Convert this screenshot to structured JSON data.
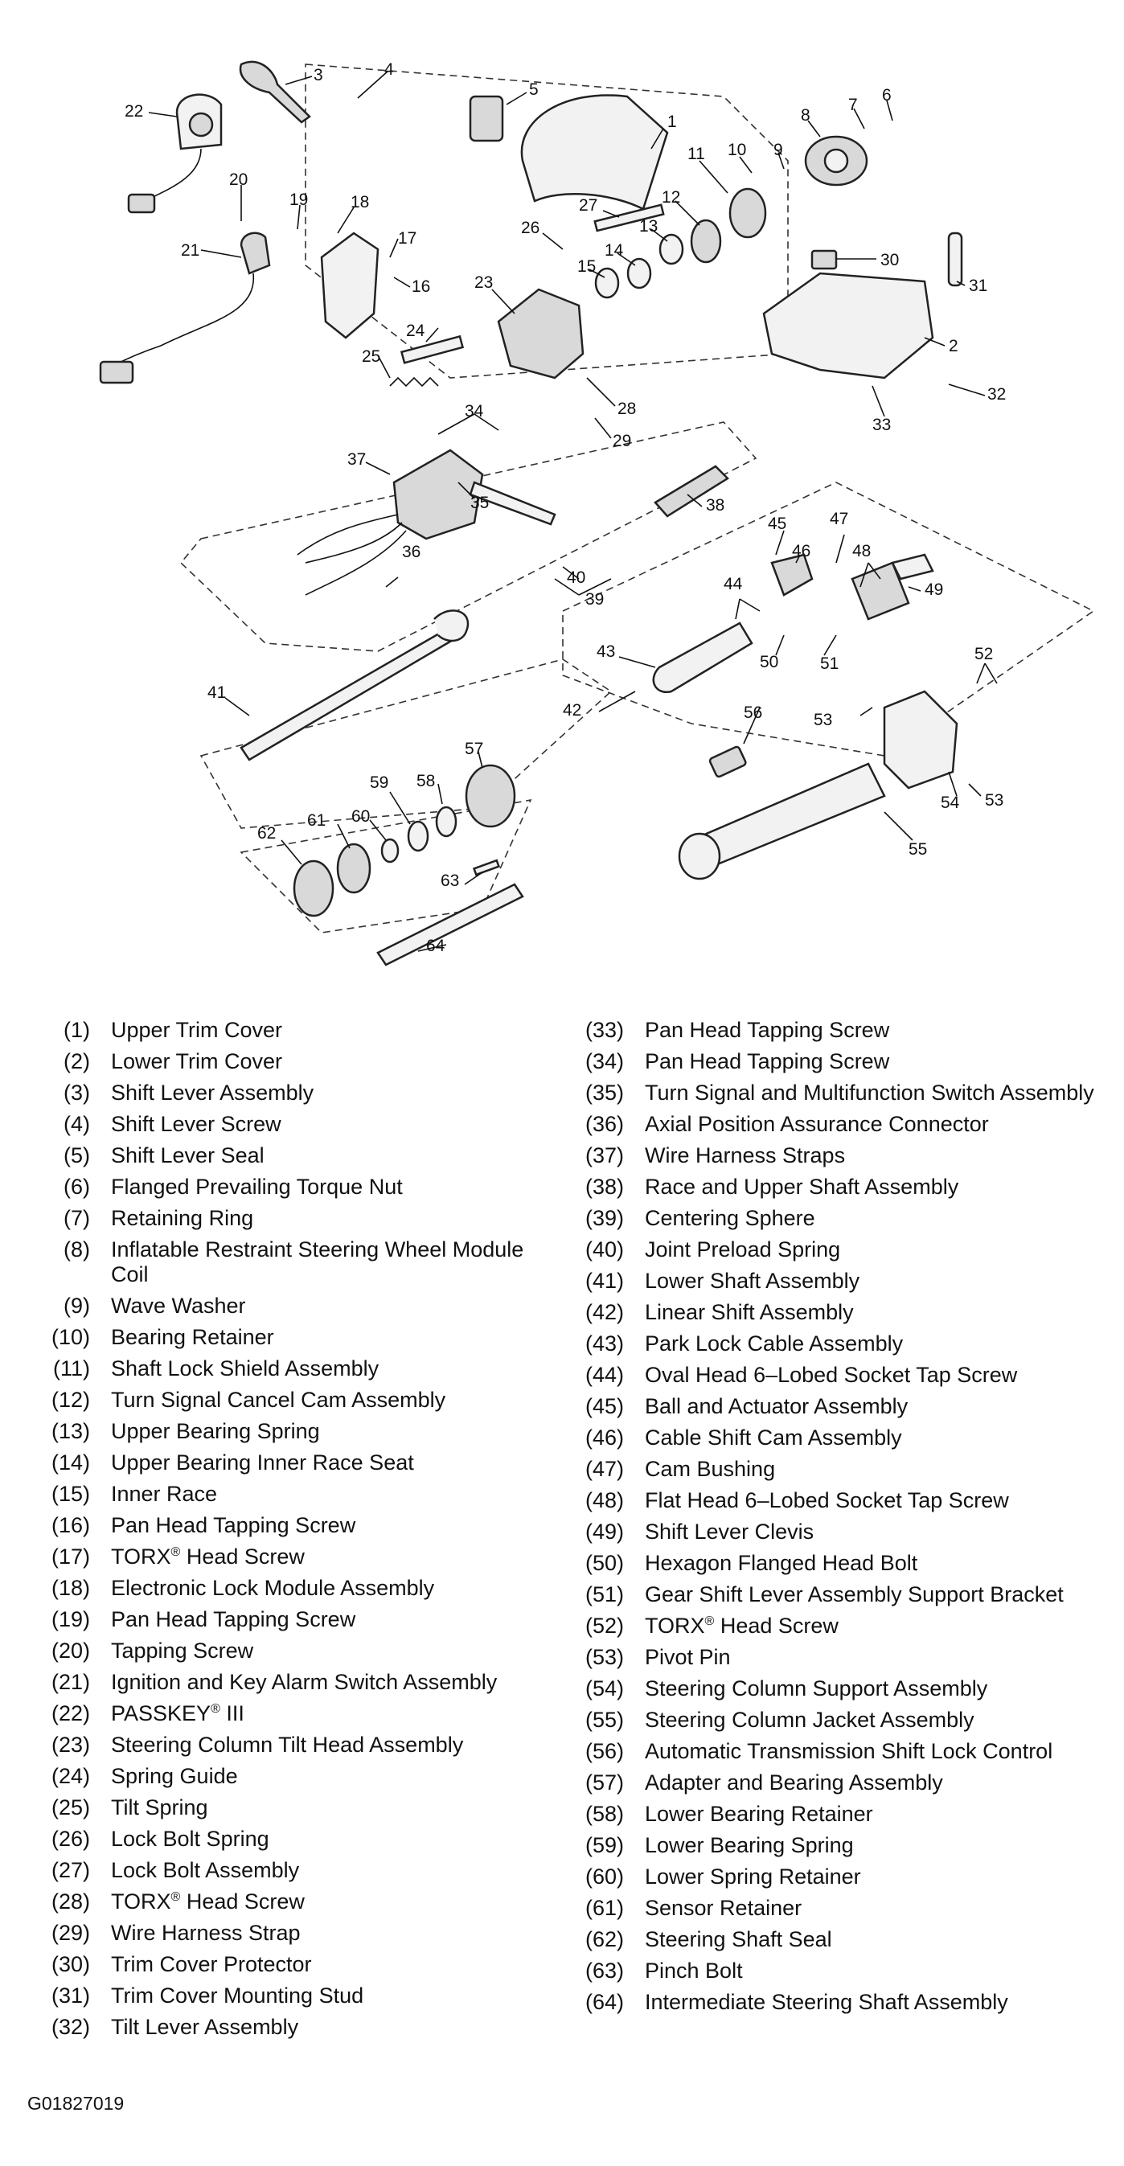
{
  "legend": [
    {
      "num": "(1)",
      "label": "Upper Trim Cover"
    },
    {
      "num": "(2)",
      "label": "Lower Trim Cover"
    },
    {
      "num": "(3)",
      "label": "Shift Lever Assembly"
    },
    {
      "num": "(4)",
      "label": "Shift Lever Screw"
    },
    {
      "num": "(5)",
      "label": "Shift Lever Seal"
    },
    {
      "num": "(6)",
      "label": "Flanged Prevailing Torque Nut"
    },
    {
      "num": "(7)",
      "label": "Retaining Ring"
    },
    {
      "num": "(8)",
      "label": "Inflatable Restraint Steering Wheel Module Coil"
    },
    {
      "num": "(9)",
      "label": "Wave Washer"
    },
    {
      "num": "(10)",
      "label": "Bearing Retainer"
    },
    {
      "num": "(11)",
      "label": "Shaft Lock Shield Assembly"
    },
    {
      "num": "(12)",
      "label": "Turn Signal Cancel Cam Assembly"
    },
    {
      "num": "(13)",
      "label": "Upper Bearing Spring"
    },
    {
      "num": "(14)",
      "label": "Upper Bearing Inner Race Seat"
    },
    {
      "num": "(15)",
      "label": "Inner Race"
    },
    {
      "num": "(16)",
      "label": "Pan Head Tapping Screw"
    },
    {
      "num": "(17)",
      "label": "TORX",
      "sup": "®",
      "label_after": " Head Screw"
    },
    {
      "num": "(18)",
      "label": "Electronic Lock Module Assembly"
    },
    {
      "num": "(19)",
      "label": "Pan Head Tapping Screw"
    },
    {
      "num": "(20)",
      "label": "Tapping Screw"
    },
    {
      "num": "(21)",
      "label": "Ignition and Key Alarm Switch Assembly"
    },
    {
      "num": "(22)",
      "label": "PASSKEY",
      "sup": "®",
      "label_after": " III"
    },
    {
      "num": "(23)",
      "label": "Steering Column Tilt Head Assembly"
    },
    {
      "num": "(24)",
      "label": "Spring Guide"
    },
    {
      "num": "(25)",
      "label": "Tilt Spring"
    },
    {
      "num": "(26)",
      "label": "Lock Bolt Spring"
    },
    {
      "num": "(27)",
      "label": "Lock Bolt Assembly"
    },
    {
      "num": "(28)",
      "label": "TORX",
      "sup": "®",
      "label_after": " Head Screw"
    },
    {
      "num": "(29)",
      "label": "Wire Harness Strap"
    },
    {
      "num": "(30)",
      "label": "Trim Cover Protector"
    },
    {
      "num": "(31)",
      "label": "Trim Cover Mounting Stud"
    },
    {
      "num": "(32)",
      "label": "Tilt Lever Assembly"
    },
    {
      "num": "(33)",
      "label": "Pan Head Tapping Screw"
    },
    {
      "num": "(34)",
      "label": "Pan Head Tapping Screw"
    },
    {
      "num": "(35)",
      "label": "Turn Signal and Multifunction Switch Assembly"
    },
    {
      "num": "(36)",
      "label": "Axial Position Assurance Connector"
    },
    {
      "num": "(37)",
      "label": "Wire Harness Straps"
    },
    {
      "num": "(38)",
      "label": "Race and Upper Shaft Assembly"
    },
    {
      "num": "(39)",
      "label": "Centering Sphere"
    },
    {
      "num": "(40)",
      "label": "Joint Preload Spring"
    },
    {
      "num": "(41)",
      "label": "Lower Shaft Assembly"
    },
    {
      "num": "(42)",
      "label": "Linear Shift Assembly"
    },
    {
      "num": "(43)",
      "label": "Park Lock Cable Assembly"
    },
    {
      "num": "(44)",
      "label": "Oval Head 6–Lobed Socket Tap Screw"
    },
    {
      "num": "(45)",
      "label": "Ball and Actuator Assembly"
    },
    {
      "num": "(46)",
      "label": "Cable Shift Cam Assembly"
    },
    {
      "num": "(47)",
      "label": "Cam Bushing"
    },
    {
      "num": "(48)",
      "label": "Flat Head 6–Lobed Socket Tap Screw"
    },
    {
      "num": "(49)",
      "label": "Shift Lever Clevis"
    },
    {
      "num": "(50)",
      "label": "Hexagon Flanged Head Bolt"
    },
    {
      "num": "(51)",
      "label": "Gear Shift Lever Assembly Support Bracket"
    },
    {
      "num": "(52)",
      "label": "TORX",
      "sup": "®",
      "label_after": " Head Screw"
    },
    {
      "num": "(53)",
      "label": "Pivot Pin"
    },
    {
      "num": "(54)",
      "label": "Steering Column Support Assembly"
    },
    {
      "num": "(55)",
      "label": "Steering Column Jacket Assembly"
    },
    {
      "num": "(56)",
      "label": "Automatic Transmission Shift Lock Control"
    },
    {
      "num": "(57)",
      "label": "Adapter and Bearing Assembly"
    },
    {
      "num": "(58)",
      "label": "Lower Bearing Retainer"
    },
    {
      "num": "(59)",
      "label": "Lower Bearing Spring"
    },
    {
      "num": "(60)",
      "label": "Lower Spring Retainer"
    },
    {
      "num": "(61)",
      "label": "Sensor Retainer"
    },
    {
      "num": "(62)",
      "label": "Steering Shaft Seal"
    },
    {
      "num": "(63)",
      "label": "Pinch Bolt"
    },
    {
      "num": "(64)",
      "label": "Intermediate Steering Shaft Assembly"
    }
  ],
  "callouts": [
    "1",
    "2",
    "3",
    "4",
    "5",
    "6",
    "7",
    "8",
    "9",
    "10",
    "11",
    "12",
    "13",
    "14",
    "15",
    "16",
    "17",
    "18",
    "19",
    "20",
    "21",
    "22",
    "23",
    "24",
    "25",
    "26",
    "27",
    "28",
    "29",
    "30",
    "31",
    "32",
    "33",
    "34",
    "35",
    "36",
    "37",
    "38",
    "39",
    "40",
    "41",
    "42",
    "43",
    "44",
    "45",
    "46",
    "47",
    "48",
    "49",
    "50",
    "51",
    "52",
    "53",
    "53",
    "54",
    "55",
    "56",
    "57",
    "58",
    "59",
    "60",
    "61",
    "62",
    "63",
    "64"
  ],
  "figure_id": "G01827019"
}
